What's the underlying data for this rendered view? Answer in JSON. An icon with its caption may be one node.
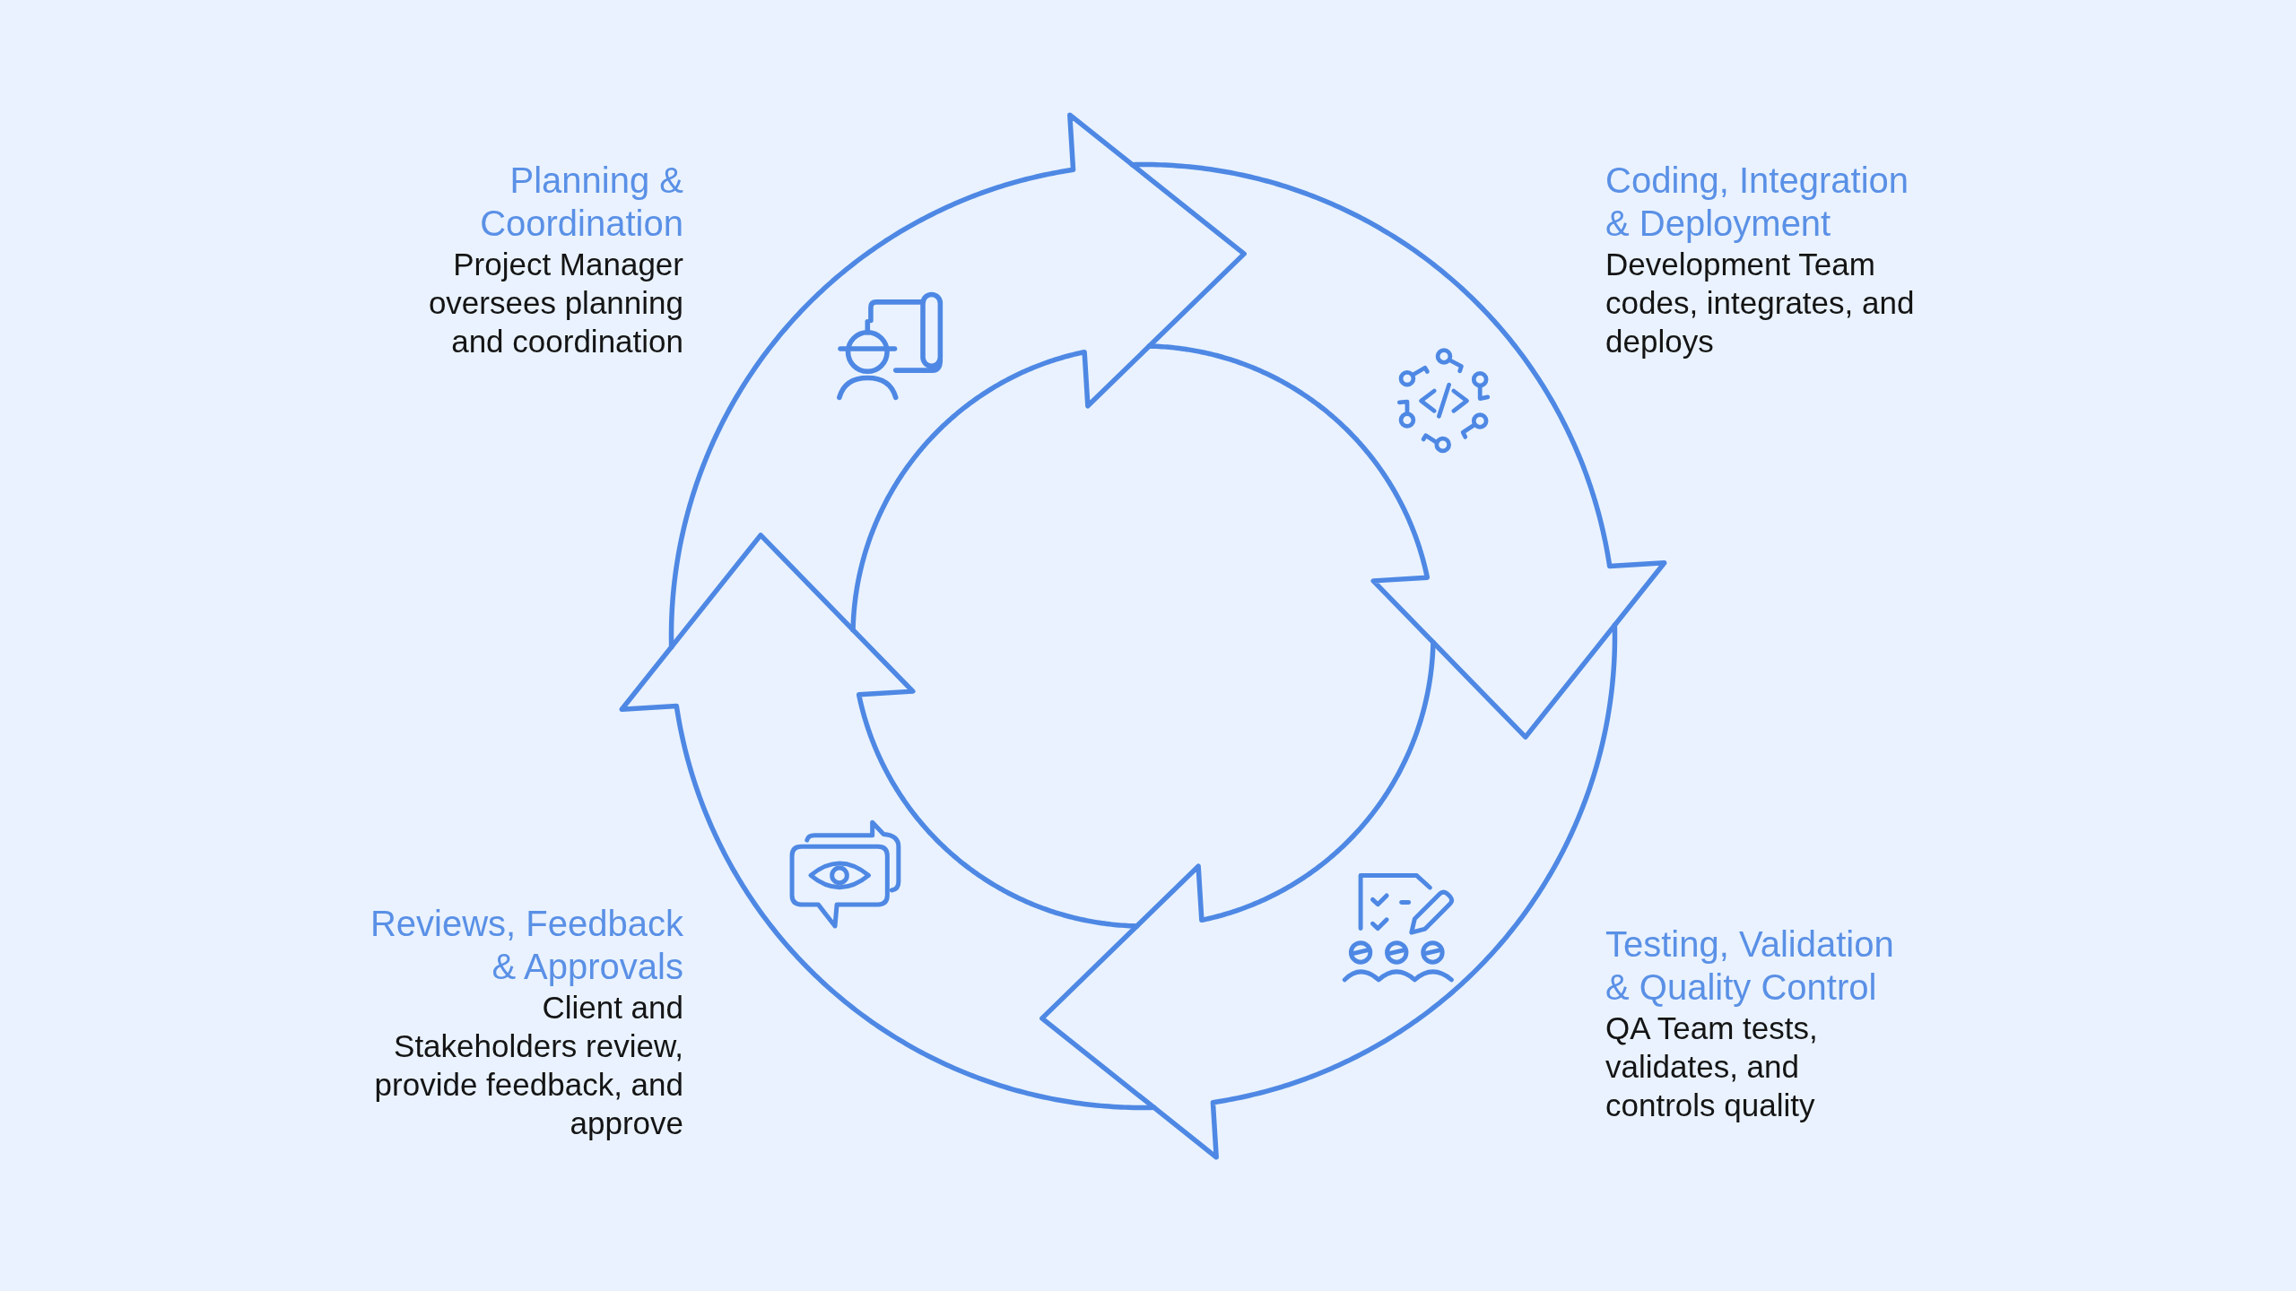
{
  "diagram": {
    "nodes": [
      {
        "text": [
          "Planning & Coordination",
          "Project Manager oversees planning and coordination"
        ]
      },
      {
        "text": [
          "Coding, Integration & Deployment",
          "Development Team codes, integrates, and deploys"
        ]
      },
      {
        "text": [
          "Testing, Validation & Quality Control",
          "QA Team tests, validates, and controls quality"
        ]
      },
      {
        "text": [
          "Reviews, Feedback & Approvals",
          "Client and Stakeholders review, provide feedback, and approve"
        ]
      }
    ]
  }
}
